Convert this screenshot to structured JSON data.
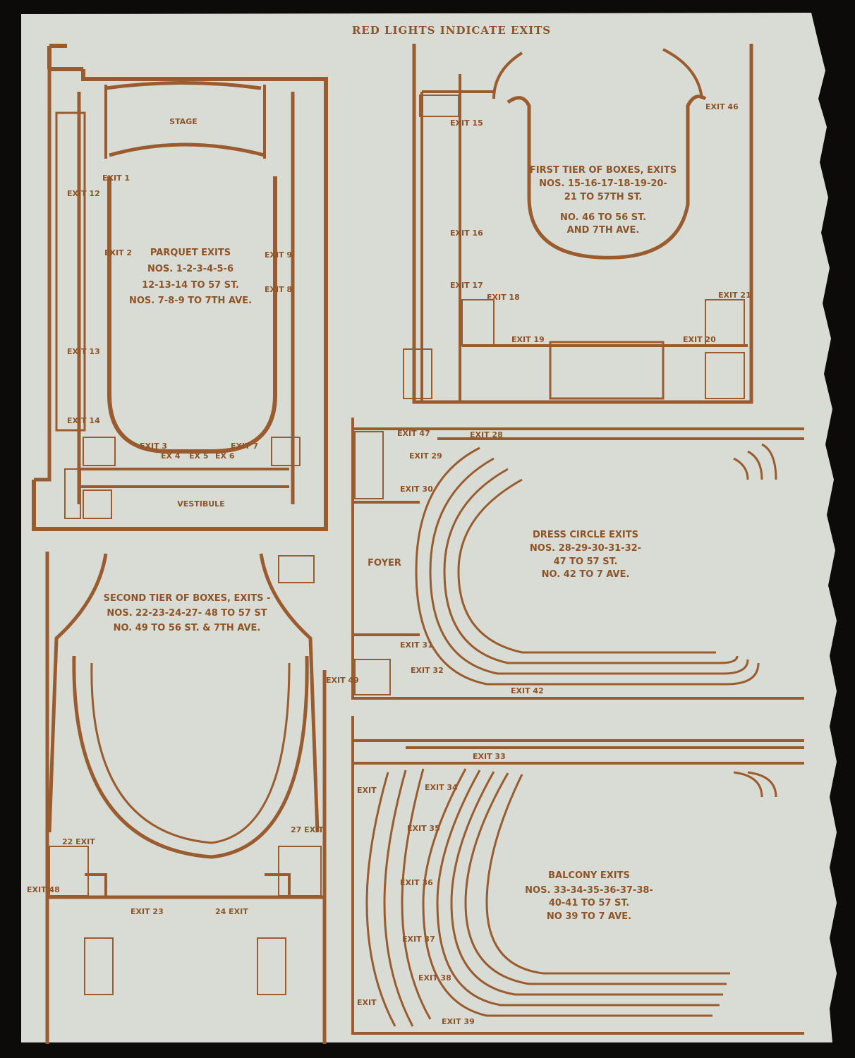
{
  "header": {
    "title": "RED LIGHTS INDICATE EXITS"
  },
  "colors": {
    "ink": "#9a5b2e",
    "paper": "#d8dcd4",
    "background": "#0d0b09"
  },
  "parquet": {
    "stage": "STAGE",
    "vestibule": "VESTIBULE",
    "caption": [
      "PARQUET EXITS",
      "NOS. 1-2-3-4-5-6",
      "12-13-14 TO 57 ST.",
      "NOS. 7-8-9 TO 7TH AVE."
    ],
    "exits": {
      "e1": "EXIT 1",
      "e2": "EXIT 2",
      "e12": "EXIT 12",
      "e13": "EXIT 13",
      "e14": "EXIT 14",
      "e9": "EXIT 9",
      "e8": "EXIT 8",
      "e3": "EXIT 3",
      "e4": "EX 4",
      "e5": "EX 5",
      "e6": "EX 6",
      "e7": "EXIT 7"
    }
  },
  "first_tier": {
    "caption": [
      "FIRST TIER OF BOXES, EXITS",
      "NOS. 15-16-17-18-19-20-",
      "21 TO 57TH ST.",
      "NO. 46 TO 56 ST.",
      "AND 7TH AVE."
    ],
    "exits": {
      "e15": "EXIT 15",
      "e16": "EXIT 16",
      "e17": "EXIT 17",
      "e18": "EXIT 18",
      "e19": "EXIT 19",
      "e20": "EXIT 20",
      "e21": "EXIT 21",
      "e46": "EXIT 46"
    }
  },
  "dress_circle": {
    "foyer": "FOYER",
    "caption": [
      "DRESS CIRCLE EXITS",
      "NOS. 28-29-30-31-32-",
      "47 TO 57 ST.",
      "NO. 42 TO 7 AVE."
    ],
    "exits": {
      "e47": "EXIT 47",
      "e28": "EXIT 28",
      "e29": "EXIT 29",
      "e30": "EXIT 30",
      "e31": "EXIT 31",
      "e32": "EXIT 32",
      "e42": "EXIT 42"
    }
  },
  "second_tier": {
    "caption": [
      "SECOND TIER OF BOXES, EXITS -",
      "NOS. 22-23-24-27- 48 TO 57 ST",
      "NO. 49 TO 56 ST. & 7TH AVE."
    ],
    "exits": {
      "e22": "22 EXIT",
      "e27": "27 EXIT",
      "e48": "EXIT 48",
      "e49": "EXIT 49",
      "e23": "EXIT 23",
      "e24": "24 EXIT"
    }
  },
  "balcony": {
    "caption": [
      "BALCONY EXITS",
      "NOS. 33-34-35-36-37-38-",
      "40-41 TO 57 ST.",
      "NO 39 TO 7 AVE."
    ],
    "exits": {
      "e33": "EXIT 33",
      "e34": "EXIT 34",
      "e35": "EXIT 35",
      "e36": "EXIT 36",
      "e37": "EXIT 37",
      "e38": "EXIT 38",
      "e39": "EXIT 39",
      "e40": "EXIT",
      "e41": "EXIT"
    }
  }
}
